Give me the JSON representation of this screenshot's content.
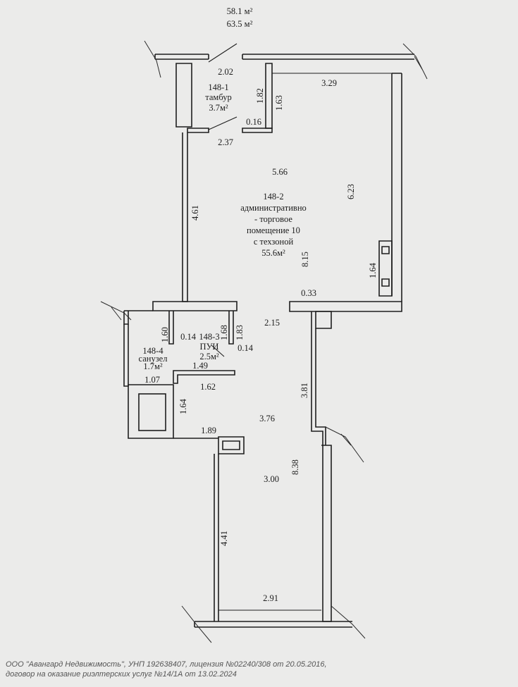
{
  "totals": {
    "area_1": "58.1 м²",
    "area_2": "63.5 м²"
  },
  "rooms": [
    {
      "number": "148-1",
      "name": "тамбур",
      "area": "3.7м²"
    },
    {
      "number": "148-2",
      "name_lines": [
        "административно",
        "- торговое",
        "помещение 10",
        "с техзоной"
      ],
      "area": "55.6м²"
    },
    {
      "number": "148-3",
      "name": "ПУИ",
      "area": "2.5м²"
    },
    {
      "number": "148-4",
      "name": "санузел",
      "area": "1.7м²"
    }
  ],
  "dimensions": [
    "2.02",
    "1.82",
    "1.63",
    "3.29",
    "0.16",
    "2.37",
    "5.66",
    "6.23",
    "4.61",
    "8.15",
    "1.64",
    "0.33",
    "1.60",
    "0.14",
    "1.68",
    "1.83",
    "2.15",
    "0.14",
    "1.49",
    "1.07",
    "1.62",
    "3.81",
    "1.64",
    "3.76",
    "1.89",
    "8.38",
    "3.00",
    "4.41",
    "2.91"
  ],
  "footer": {
    "line1": "ООО \"Авангард Недвижимость\", УНП 192638407, лицензия №02240/308 от 20.05.2016,",
    "line2": "договор на оказание риэлтерских услуг №14/1А от 13.02.2024"
  }
}
